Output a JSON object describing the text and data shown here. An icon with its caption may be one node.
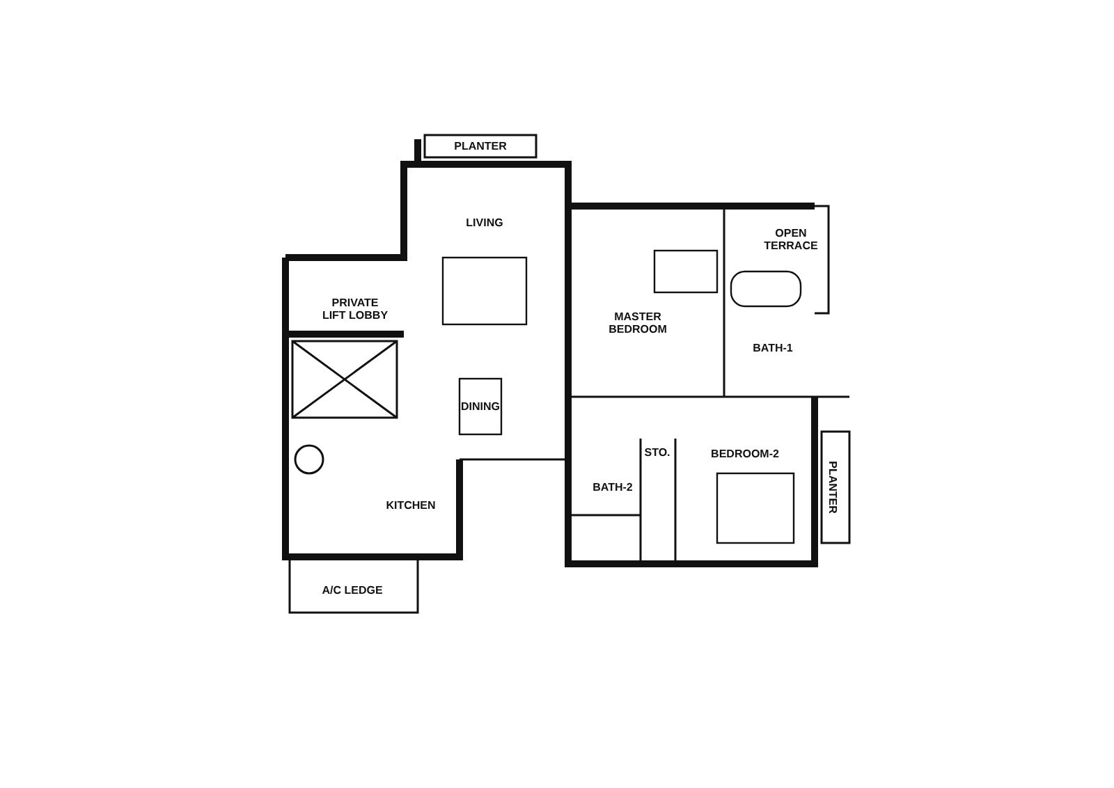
{
  "diagram": {
    "labels": [
      "PLANTER",
      "LIVING",
      "OPEN TERRACE",
      "MASTER BEDROOM",
      "PRIVATE LIFT LOBBY",
      "BATH-1",
      "DINING",
      "STO.",
      "BEDROOM-2",
      "BATH-2",
      "PLANTER",
      "KITCHEN",
      "A/C LEDGE"
    ]
  }
}
